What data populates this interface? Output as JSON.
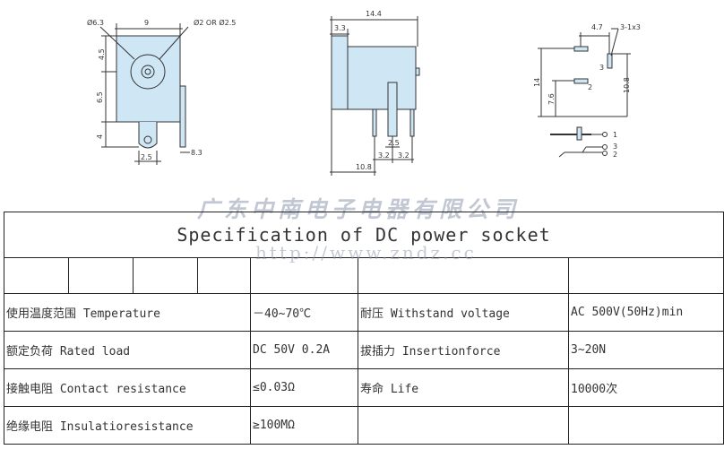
{
  "company_watermark": "广东中南电子电器有限公司",
  "url_watermark": "http://www.zndz.cc",
  "drawings": {
    "front": {
      "dia_outer": "Ø6.3",
      "width": "9",
      "dia_pin": "Ø2  OR  Ø2.5",
      "h1": "4.5",
      "h2": "6.5",
      "h3": "4",
      "pin_width": "2.5",
      "side_offset": "8.3"
    },
    "side": {
      "length": "14.4",
      "front_len": "3.3",
      "base_len": "10.8",
      "pin_w": "2.5",
      "pin_gap_a": "3.2",
      "pin_gap_b": "3.2"
    },
    "pcb": {
      "spacing": "4.7",
      "slot": "3-1x3",
      "height": "14",
      "pin_offset": "7.6",
      "right_height": "10.8",
      "pin3": "3",
      "pin2": "2",
      "sch_pin1": "1",
      "sch_pin3": "3",
      "sch_pin2": "2"
    }
  },
  "table": {
    "title": "Specification of DC power socket",
    "rows": [
      {
        "label1": "使用温度范围 Temperature",
        "value1": "－40~70℃",
        "label2": "耐压 Withstand voltage",
        "value2": "AC 500V(50Hz)min"
      },
      {
        "label1": "额定负荷 Rated load",
        "value1": "DC 50V 0.2A",
        "label2": "拔插力 Insertionforce",
        "value2": "3~20N"
      },
      {
        "label1": "接触电阻 Contact resistance",
        "value1": "≤0.03Ω",
        "label2": "寿命 Life",
        "value2": "10000次"
      },
      {
        "label1": "绝缘电阻 Insulatioresistance",
        "value1": "≥100MΩ",
        "label2": "",
        "value2": ""
      }
    ]
  },
  "colors": {
    "body_fill": "#cfe6f5",
    "line": "#333333"
  }
}
